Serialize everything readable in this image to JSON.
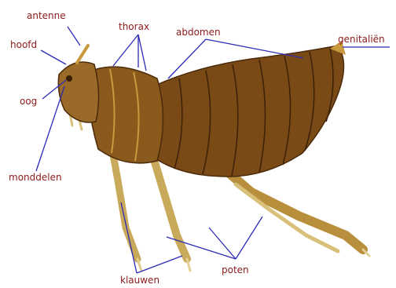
{
  "labels": {
    "antenne": "antenne",
    "hoofd": "hoofd",
    "oog": "oog",
    "monddelen": "monddelen",
    "thorax": "thorax",
    "abdomen": "abdomen",
    "genitalien": "genitaliën",
    "poten": "poten",
    "klauwen": "klauwen"
  },
  "colors": {
    "label_text": "#8b1a1a",
    "leader_line": "#2b2bb8",
    "body_dark": "#5a3510",
    "body_mid": "#8a5a1c",
    "body_light": "#c9983f",
    "leg": "#d9c07a"
  }
}
